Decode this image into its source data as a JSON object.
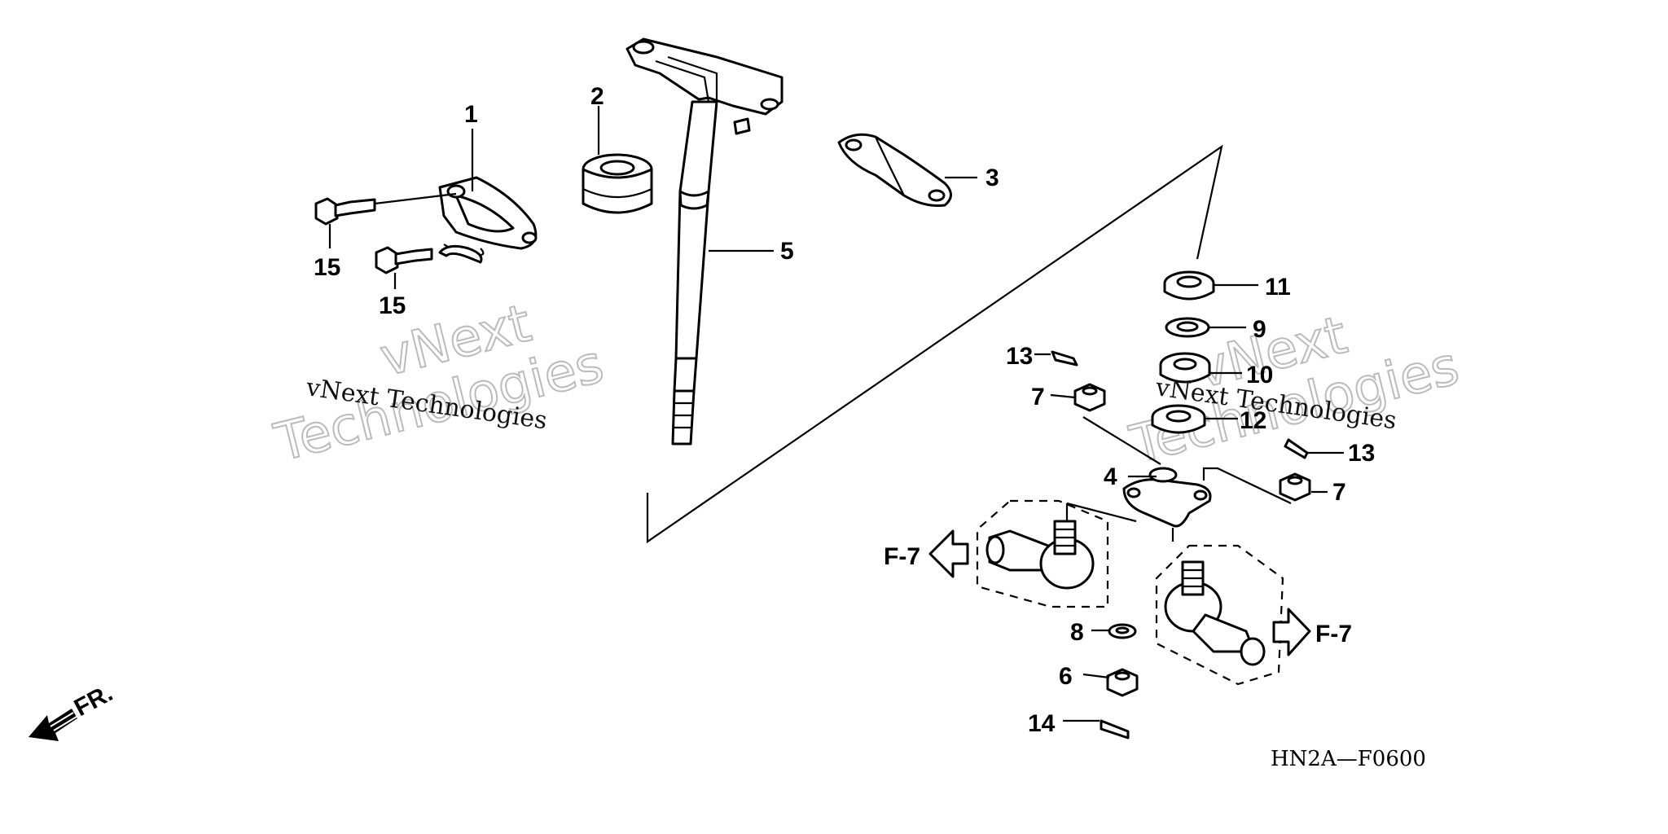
{
  "callouts": {
    "c1": "1",
    "c2": "2",
    "c3": "3",
    "c4": "4",
    "c5": "5",
    "c6": "6",
    "c7a": "7",
    "c7b": "7",
    "c8": "8",
    "c9": "9",
    "c10": "10",
    "c11": "11",
    "c12": "12",
    "c13a": "13",
    "c13b": "13",
    "c14": "14",
    "c15a": "15",
    "c15b": "15"
  },
  "references": {
    "left": "F-7",
    "right": "F-7"
  },
  "front_label": "FR.",
  "diagram_code": "HN2A—F0600",
  "watermarks": {
    "small_1": "vNext Technologies",
    "small_2": "vNext Technologies",
    "big_1_line1": "vNext",
    "big_1_line2": "Technologies",
    "big_2_line1": "vNext",
    "big_2_line2": "Technologies"
  }
}
